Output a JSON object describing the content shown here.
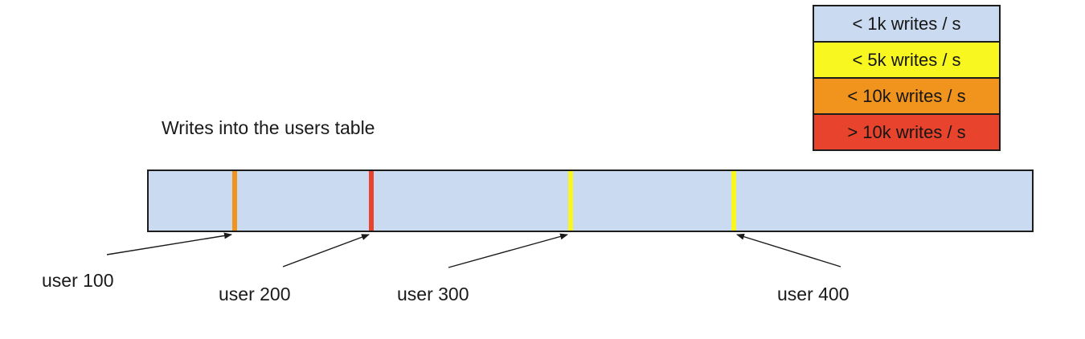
{
  "title": "Writes into the users table",
  "legend": {
    "items": [
      {
        "label": "< 1k writes / s",
        "color": "#cadaf0"
      },
      {
        "label": "< 5k writes / s",
        "color": "#f8f820"
      },
      {
        "label": "< 10k writes / s",
        "color": "#f0941e"
      },
      {
        "label": "> 10k writes / s",
        "color": "#e8432c"
      }
    ]
  },
  "bar": {
    "fill": "#cadaf0",
    "border_color": "#1c1c1c",
    "markers": [
      {
        "user": "user 100",
        "color": "#f0941e"
      },
      {
        "user": "user 200",
        "color": "#e8432c"
      },
      {
        "user": "user 300",
        "color": "#f8f820"
      },
      {
        "user": "user 400",
        "color": "#f8f820"
      }
    ]
  }
}
